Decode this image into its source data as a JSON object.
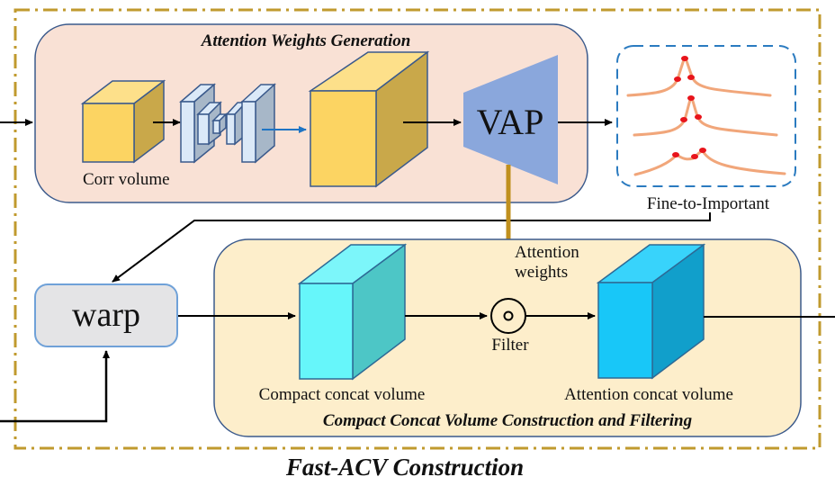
{
  "outer": {
    "title": "Fast-ACV Construction"
  },
  "top_panel": {
    "title": "Attention Weights Generation",
    "corr_volume_label": "Corr volume",
    "vap_label": "VAP"
  },
  "fine_panel": {
    "label": "Fine-to-Important"
  },
  "warp": {
    "label": "warp"
  },
  "bottom_panel": {
    "title": "Compact Concat Volume Construction and Filtering",
    "compact_label": "Compact concat volume",
    "attention_label": "Attention concat volume",
    "filter_label": "Filter",
    "weights_label_line1": "Attention",
    "weights_label_line2": "weights"
  },
  "colors": {
    "outer_border": "#c09a2e",
    "top_panel_fill": "#f9e1d5",
    "panel_border": "#3b5a8c",
    "bottom_panel_fill": "#fdeecb",
    "cube_yellow_front": "#fcd462",
    "cube_yellow_top": "#fde08a",
    "cube_yellow_side": "#c9a84a",
    "vap_fill": "#8aa7dc",
    "curve": "#f1a67a",
    "peak_dot": "#e8141b",
    "dashed_blue": "#2b7bc0",
    "gold_arrow": "#c0901e",
    "cyan_front": "#66f6fa",
    "cyan_side": "#4dc6c6",
    "blue_front": "#18c7f8",
    "blue_side": "#119fcb",
    "warp_fill": "#e4e4e6",
    "warp_border": "#6fa1d8"
  }
}
